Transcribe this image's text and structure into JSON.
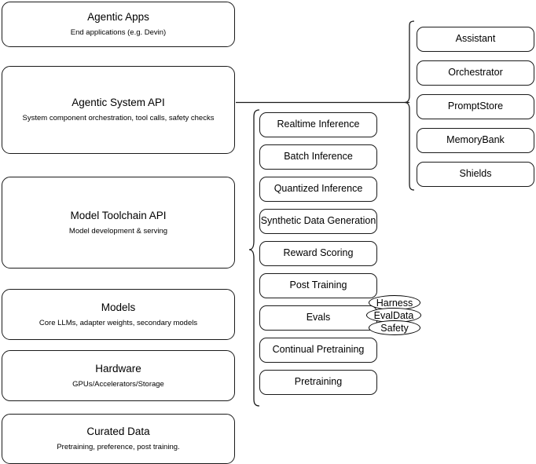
{
  "diagram": {
    "type": "layered-architecture-diagram",
    "stack": {
      "label": "left-layer-stack",
      "layers": [
        {
          "title": "Agentic Apps",
          "subtitle": "End applications (e.g. Devin)"
        },
        {
          "title": "Agentic System API",
          "subtitle": "System component orchestration, tool calls, safety checks"
        },
        {
          "title": "Model Toolchain API",
          "subtitle": "Model development & serving"
        },
        {
          "title": "Models",
          "subtitle": "Core LLMs, adapter weights, secondary models"
        },
        {
          "title": "Hardware",
          "subtitle": "GPUs/Accelerators/Storage"
        },
        {
          "title": "Curated Data",
          "subtitle": "Pretraining, preference, post training."
        }
      ]
    },
    "toolchain_column": {
      "label": "model-toolchain-capabilities",
      "items": [
        "Realtime Inference",
        "Batch Inference",
        "Quantized Inference",
        "Synthetic Data Generation",
        "Reward Scoring",
        "Post Training",
        "Evals",
        "Continual Pretraining",
        "Pretraining"
      ]
    },
    "agentic_column": {
      "label": "agentic-system-components",
      "items": [
        "Assistant",
        "Orchestrator",
        "PromptStore",
        "MemoryBank",
        "Shields"
      ]
    },
    "evals_detail": {
      "label": "evals-subcomponents",
      "items": [
        "Harness",
        "EvalData",
        "Safety"
      ]
    },
    "colors": {
      "stroke": "#1a1a1a",
      "background": "#ffffff",
      "text": "#000000"
    }
  }
}
